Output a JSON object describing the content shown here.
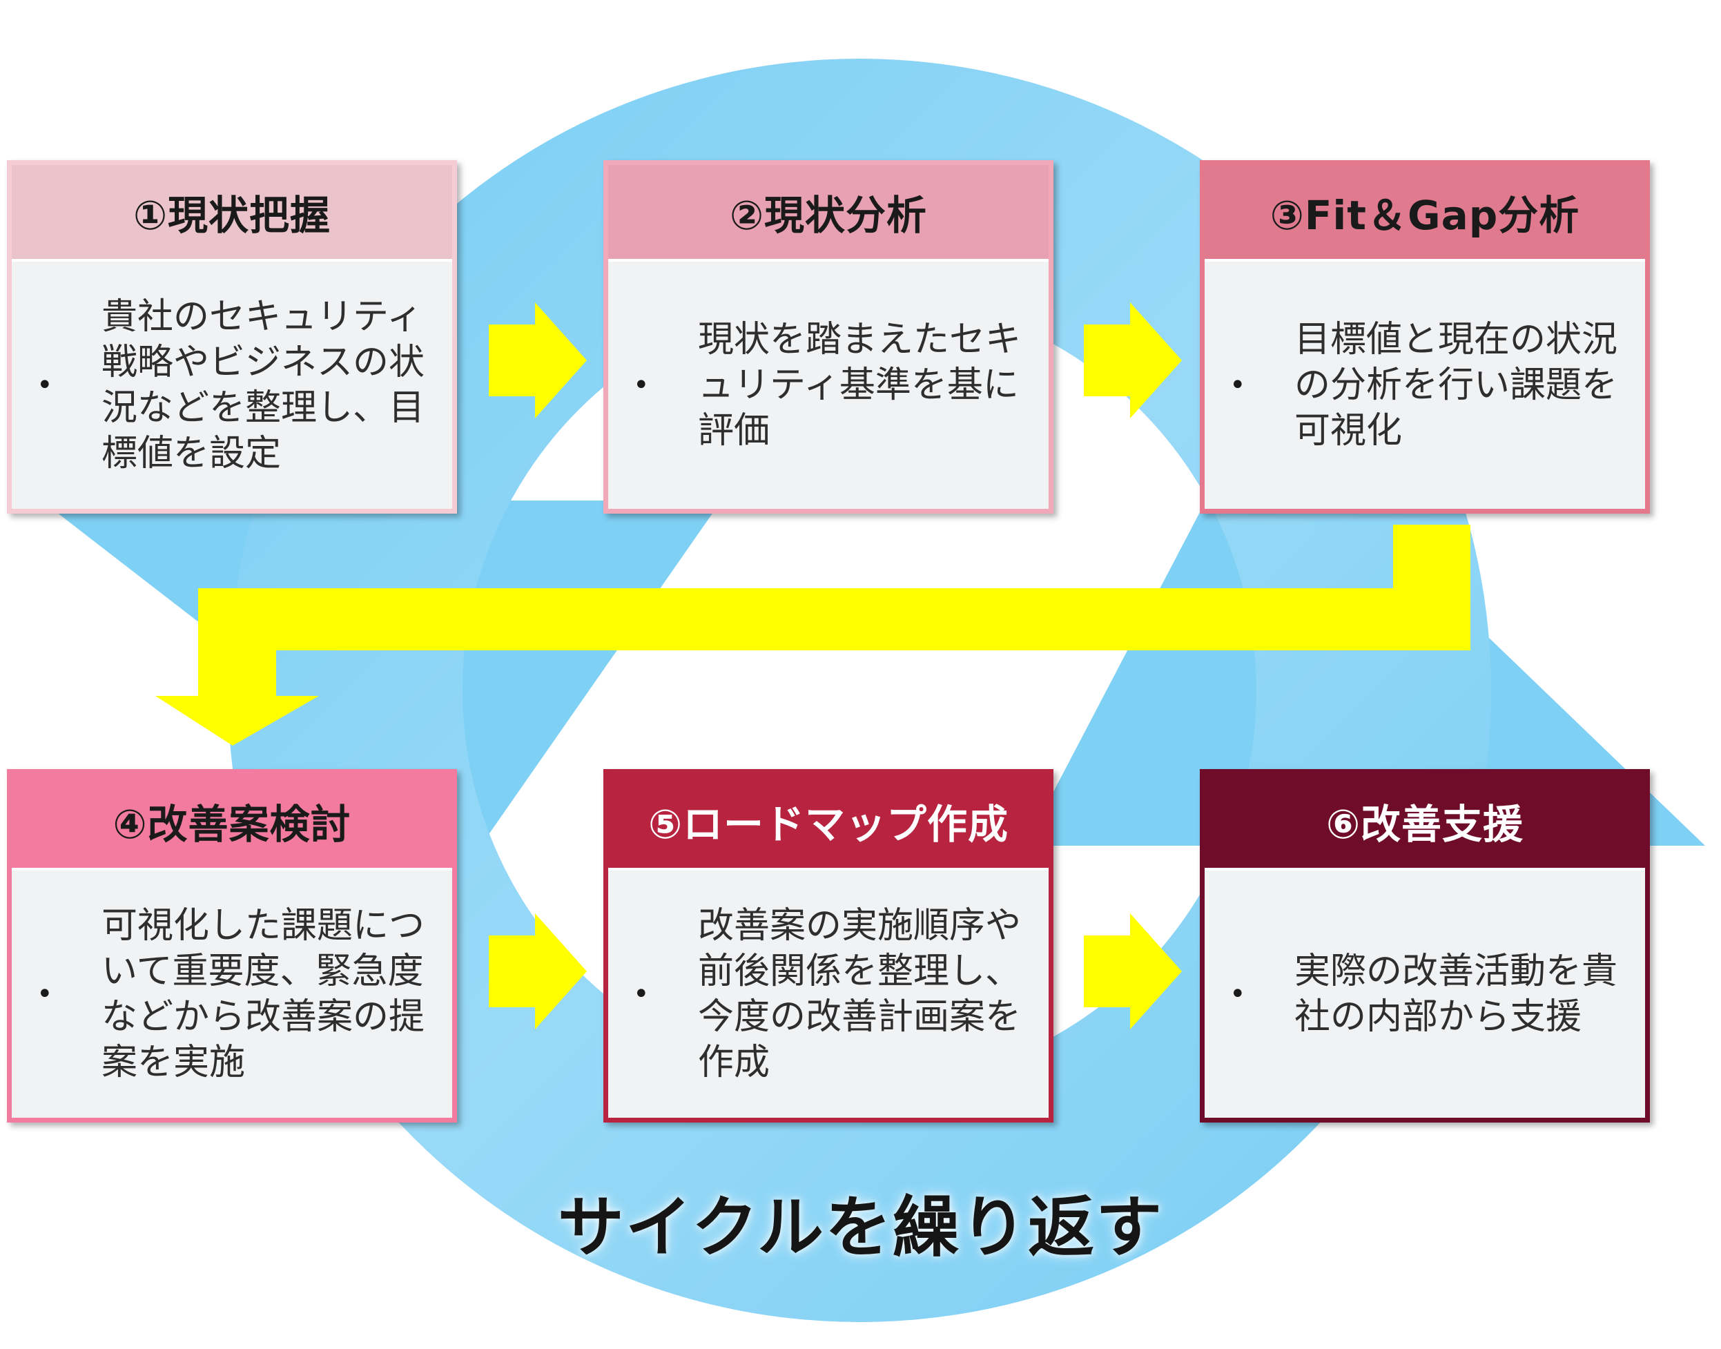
{
  "caption": "サイクルを繰り返す",
  "colors": {
    "cycle": "#7fd0f5",
    "arrow": "#ffff00"
  },
  "steps": [
    {
      "title": "①現状把握",
      "text": "貴社のセキュリティ戦略やビジネスの状況などを整理し、目標値を設定",
      "header_color": "#ebc3cb",
      "border_color": "#f5ccd4",
      "title_color": "#1a1a1a"
    },
    {
      "title": "②現状分析",
      "text": "現状を踏まえたセキュリティ基準を基に評価",
      "header_color": "#e8a1b2",
      "border_color": "#f1a9b9",
      "title_color": "#1a1a1a"
    },
    {
      "title": "③Fit＆Gap分析",
      "text": "目標値と現在の状況の分析を行い課題を可視化",
      "header_color": "#e07a8e",
      "border_color": "#e5788d",
      "title_color": "#1a1a1a"
    },
    {
      "title": "④改善案検討",
      "text": "可視化した課題について重要度、緊急度などから改善案の提案を実施",
      "header_color": "#f47ba0",
      "border_color": "#f47ba0",
      "title_color": "#1a1a1a"
    },
    {
      "title": "⑤ロードマップ作成",
      "text": "改善案の実施順序や前後関係を整理し、今度の改善計画案を作成",
      "header_color": "#b82440",
      "border_color": "#b82440",
      "title_color": "#ffffff"
    },
    {
      "title": "⑥改善支援",
      "text": "実際の改善活動を貴社の内部から支援",
      "header_color": "#6e0c2a",
      "border_color": "#6e0c2a",
      "title_color": "#ffffff"
    }
  ]
}
